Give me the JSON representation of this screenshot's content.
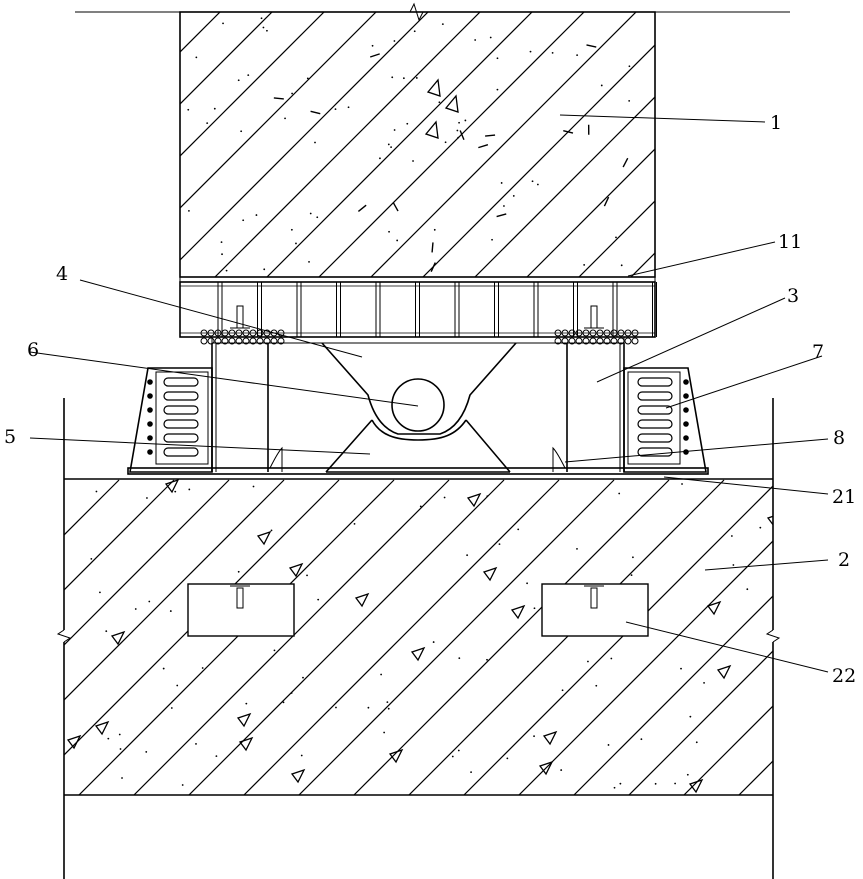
{
  "callouts": [
    {
      "id": "1",
      "text": "1"
    },
    {
      "id": "11",
      "text": "11"
    },
    {
      "id": "4",
      "text": "4"
    },
    {
      "id": "3",
      "text": "3"
    },
    {
      "id": "6",
      "text": "6"
    },
    {
      "id": "7",
      "text": "7"
    },
    {
      "id": "5",
      "text": "5"
    },
    {
      "id": "8",
      "text": "8"
    },
    {
      "id": "21",
      "text": "21"
    },
    {
      "id": "2",
      "text": "2"
    },
    {
      "id": "22",
      "text": "22"
    }
  ]
}
